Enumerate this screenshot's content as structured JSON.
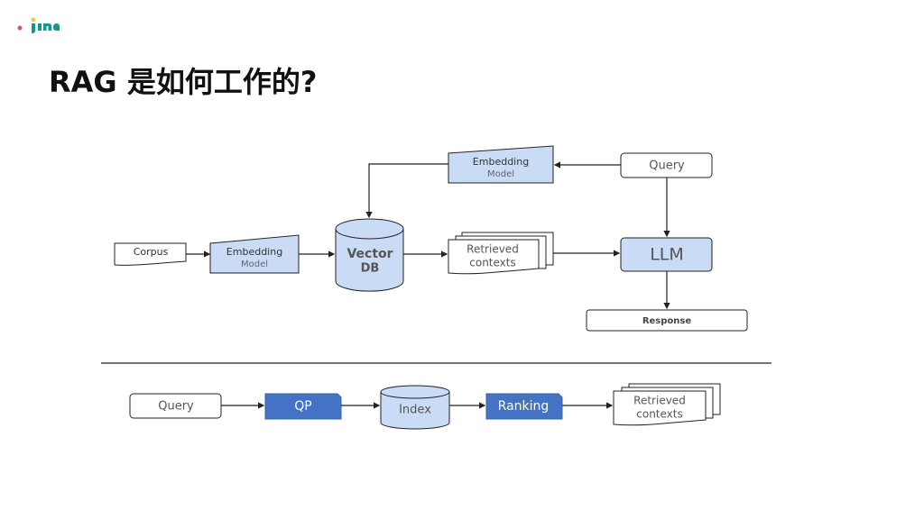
{
  "slide": {
    "logo_text": "jina",
    "title": "RAG 是如何工作的?",
    "colors": {
      "light_blue": "#c9dbf5",
      "dark_blue": "#4472c4",
      "stroke": "#222222",
      "logo_teal": "#11998e",
      "logo_yellow": "#f5c842",
      "logo_red": "#e8505b"
    }
  },
  "diagram_top": {
    "corpus": "Corpus",
    "embedding_model_1": {
      "line1": "Embedding",
      "line2": "Model"
    },
    "vector_db": {
      "line1": "Vector",
      "line2": "DB"
    },
    "retrieved_contexts": {
      "line1": "Retrieved",
      "line2": "contexts"
    },
    "embedding_model_2": {
      "line1": "Embedding",
      "line2": "Model"
    },
    "query": "Query",
    "llm": "LLM",
    "response": "Response"
  },
  "diagram_bottom": {
    "query": "Query",
    "qp": "QP",
    "index": "Index",
    "ranking": "Ranking",
    "retrieved_contexts": {
      "line1": "Retrieved",
      "line2": "contexts"
    }
  }
}
